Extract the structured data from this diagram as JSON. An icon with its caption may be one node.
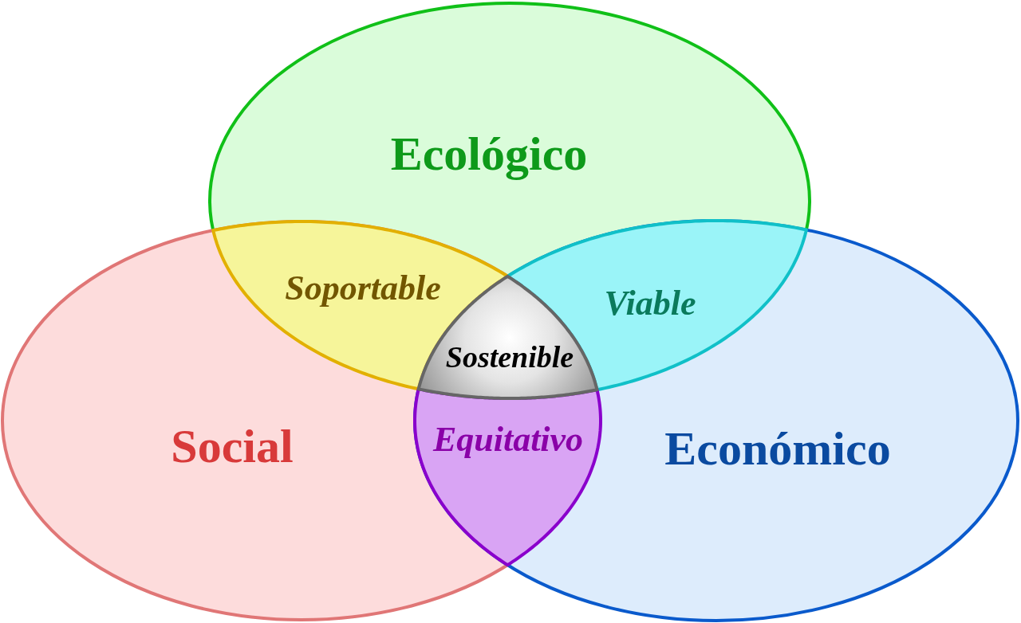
{
  "diagram": {
    "nodes": [
      {
        "text": [
          "Ecológico"
        ]
      },
      {
        "text": [
          "Soportable"
        ]
      },
      {
        "text": [
          "Viable"
        ]
      },
      {
        "text": [
          "Sostenible"
        ]
      },
      {
        "text": [
          "Social"
        ]
      },
      {
        "text": [
          "Equitativo"
        ]
      },
      {
        "text": [
          "Económico"
        ]
      }
    ]
  }
}
